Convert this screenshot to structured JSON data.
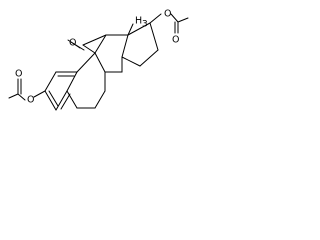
{
  "molecule": {
    "atoms": [
      {
        "id": "O_top",
        "label": "O"
      },
      {
        "id": "O_top_ester",
        "label": "O"
      },
      {
        "id": "O_epoxide",
        "label": "O"
      },
      {
        "id": "methyl_label",
        "label": "H"
      },
      {
        "id": "methyl_label_sub",
        "label": "3"
      },
      {
        "id": "O_left_ester",
        "label": "O"
      },
      {
        "id": "O_left",
        "label": "O"
      }
    ],
    "bond_color": "#000000",
    "background": "#ffffff"
  }
}
